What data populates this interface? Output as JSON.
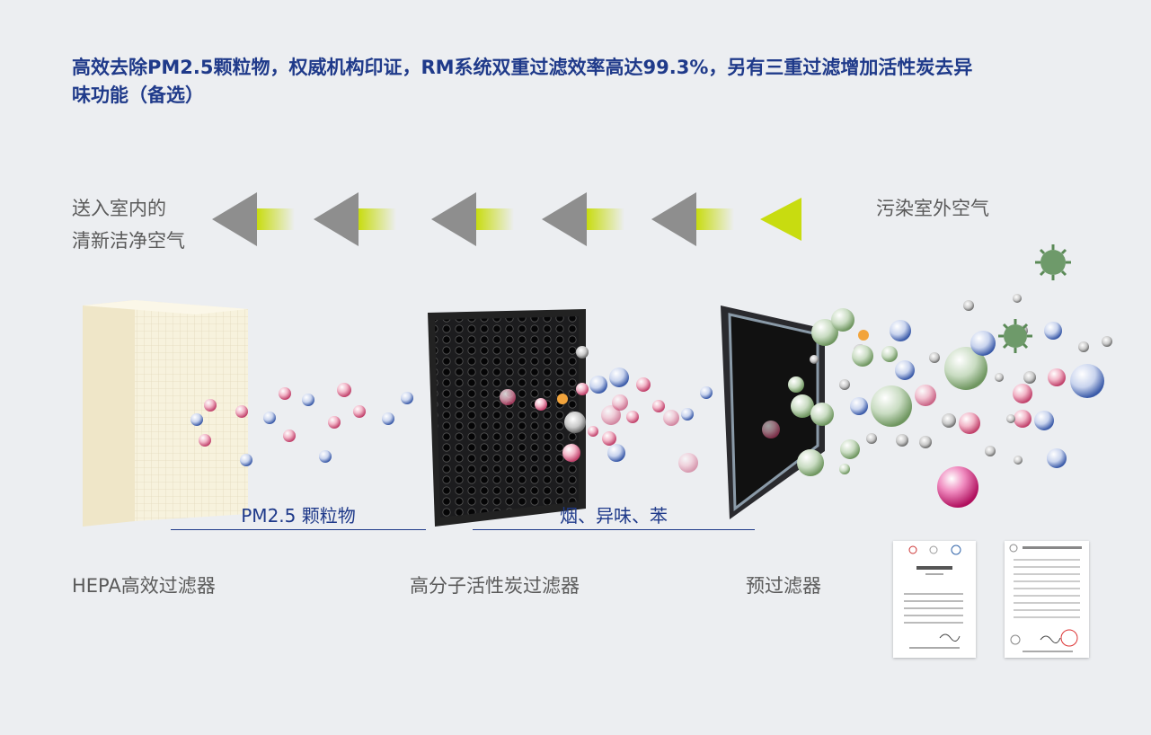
{
  "headline_line1": "高效去除PM2.5颗粒物，权威机构印证，RM系统双重过滤效率高达99.3%，另有三重过滤增加活性炭去异",
  "headline_line2": "味功能（备选）",
  "flow": {
    "left_line1": "送入室内的",
    "left_line2": "清新洁净空气",
    "right": "污染室外空气"
  },
  "bands": {
    "pm25": "PM2.5 颗粒物",
    "smoke": "烟、异味、苯"
  },
  "filters": {
    "hepa": "HEPA高效过滤器",
    "carbon": "高分子活性炭过滤器",
    "pre": "预过滤器"
  },
  "colors": {
    "title": "#1f3a8a",
    "arrow_gray": "#8e8e8e",
    "arrow_lime": "#c8dc10"
  },
  "icons": [
    "flow-arrow-icon",
    "virus-icon",
    "particle-bubble-icon"
  ]
}
